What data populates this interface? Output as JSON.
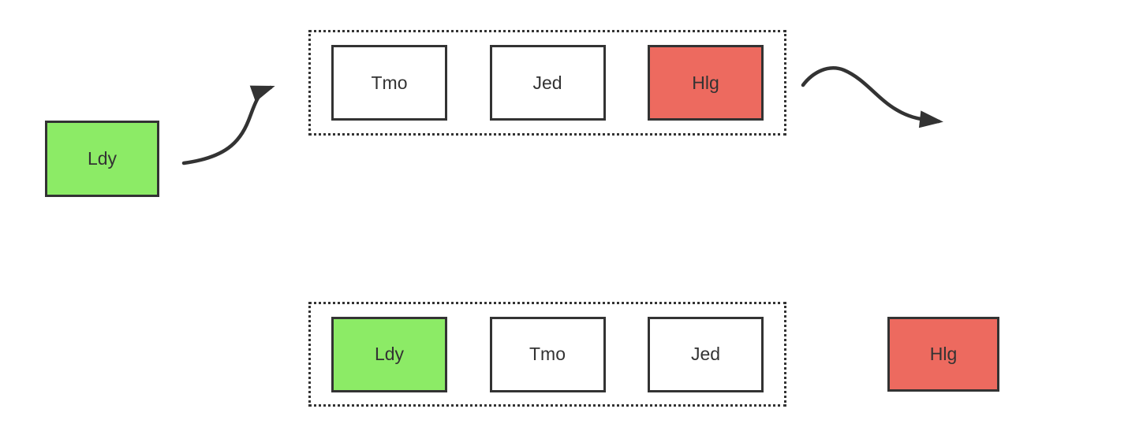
{
  "colors": {
    "background": "#ffffff",
    "stroke": "#333333",
    "green_fill": "#8ceb66",
    "red_fill": "#ed6a5f",
    "plain_fill": "#ffffff"
  },
  "top_row": {
    "external_box": {
      "label": "Ldy",
      "variant": "green"
    },
    "arrow_in_icon": "curved-arrow-into-container",
    "container_boxes": [
      {
        "label": "Tmo",
        "variant": "plain"
      },
      {
        "label": "Jed",
        "variant": "plain"
      },
      {
        "label": "Hlg",
        "variant": "red"
      }
    ],
    "arrow_out_icon": "curved-arrow-out-of-container"
  },
  "bottom_row": {
    "container_boxes": [
      {
        "label": "Ldy",
        "variant": "green"
      },
      {
        "label": "Tmo",
        "variant": "plain"
      },
      {
        "label": "Jed",
        "variant": "plain"
      }
    ],
    "external_box": {
      "label": "Hlg",
      "variant": "red"
    }
  }
}
